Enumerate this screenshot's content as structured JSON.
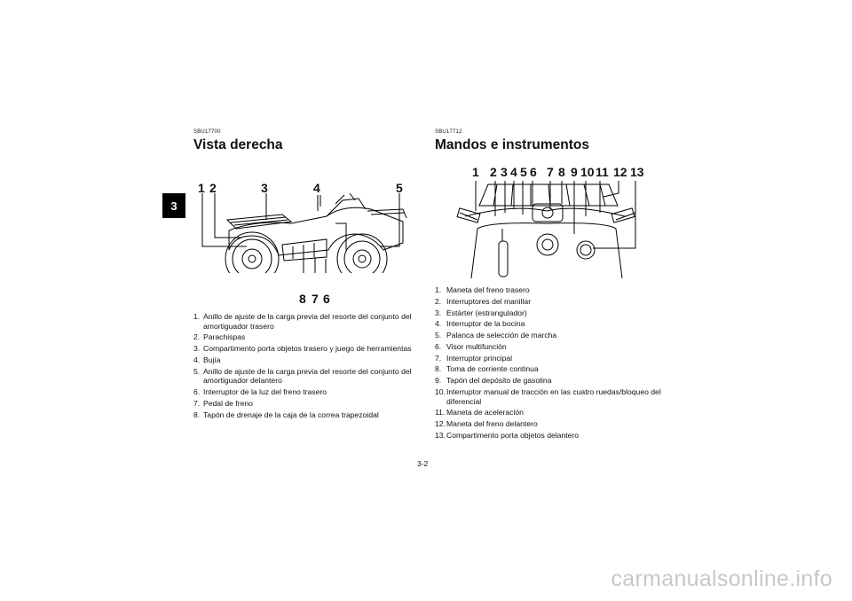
{
  "chapter_tab": "3",
  "left": {
    "code": "SBU17700",
    "title": "Vista derecha",
    "callouts": [
      "1",
      "2",
      "3",
      "4",
      "5",
      "8",
      "7",
      "6"
    ],
    "items": [
      {
        "n": "1.",
        "t": "Anillo de ajuste de la carga previa del resorte del conjunto del amortiguador trasero"
      },
      {
        "n": "2.",
        "t": "Parachispas"
      },
      {
        "n": "3.",
        "t": "Compartimento porta objetos trasero y juego de herramientas"
      },
      {
        "n": "4.",
        "t": "Bujía"
      },
      {
        "n": "5.",
        "t": "Anillo de ajuste de la carga previa del resorte del conjunto del amortiguador delantero"
      },
      {
        "n": "6.",
        "t": "Interruptor de la luz del freno trasero"
      },
      {
        "n": "7.",
        "t": "Pedal de freno"
      },
      {
        "n": "8.",
        "t": "Tapón de drenaje de la caja de la correa trapezoidal"
      }
    ]
  },
  "right": {
    "code": "SBU17712",
    "title": "Mandos e instrumentos",
    "callouts": [
      "1",
      "2",
      "3",
      "4",
      "5",
      "6",
      "7",
      "8",
      "9",
      "10",
      "11",
      "12",
      "13"
    ],
    "items": [
      {
        "n": "1.",
        "t": "Maneta del freno trasero"
      },
      {
        "n": "2.",
        "t": "Interruptores del manillar"
      },
      {
        "n": "3.",
        "t": "Estárter (estrangulador)"
      },
      {
        "n": "4.",
        "t": "Interruptor de la bocina"
      },
      {
        "n": "5.",
        "t": "Palanca de selección de marcha"
      },
      {
        "n": "6.",
        "t": "Visor multifunción"
      },
      {
        "n": "7.",
        "t": "Interruptor principal"
      },
      {
        "n": "8.",
        "t": "Toma de corriente continua"
      },
      {
        "n": "9.",
        "t": "Tapón del depósito de gasolina"
      },
      {
        "n": "10.",
        "t": "Interruptor manual de tracción en las cuatro ruedas/bloqueo del diferencial"
      },
      {
        "n": "11.",
        "t": "Maneta de aceleración"
      },
      {
        "n": "12.",
        "t": "Maneta del freno delantero"
      },
      {
        "n": "13.",
        "t": "Compartimento porta objetos delantero"
      }
    ]
  },
  "page_number": "3-2",
  "watermark": "carmanualsonline.info"
}
